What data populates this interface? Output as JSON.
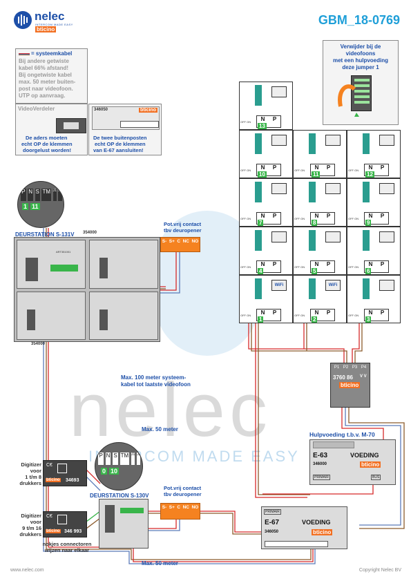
{
  "brand": {
    "logo_text": "nelec",
    "logo_sub": "INTERCOM MADE EASY",
    "partner": "bticino",
    "doc_code": "GBM_18-0769",
    "watermark_word": "nelec",
    "watermark_sub": "INTERCOM MADE EASY"
  },
  "notes": {
    "systeemkabel_legend": "= systeemkabel",
    "systeemkabel_text": [
      "Bij andere getwiste",
      "kabel 66% afstand!",
      "Bij ongetwiste kabel",
      "max. 50 meter buiten-",
      "post naar videofoon.",
      "UTP op aanvraag."
    ],
    "videoverdeler_title": "VideoVerdeler",
    "videoverdeler_text": [
      "De aders moeten",
      "echt OP de klemmen",
      "doorgelust worden!"
    ],
    "buitenposten_text": [
      "De twee buitenposten",
      "echt OP de klemmen",
      "van E-67 aansluiten!"
    ],
    "buitenposten_part": "346050",
    "jumper_text": [
      "Verwijder bij de",
      "videofoons",
      "met een hulpvoeding",
      "deze jumper 1"
    ]
  },
  "panel_s131v": {
    "title": "DEURSTATION S-131V",
    "part_top": "354000",
    "part_bottom": "354000",
    "terminal_labels": [
      "P",
      "N",
      "S",
      "TM",
      "J1",
      "J2"
    ],
    "terminal_values": [
      "1",
      "11"
    ],
    "module_code": "ART351001",
    "contact_title": [
      "Pot.vrij contact",
      "tbv deuropener"
    ],
    "contact_terms": [
      "S-",
      "S+",
      "C",
      "NC",
      "NO"
    ]
  },
  "videofoons": {
    "rows": [
      {
        "numbers": [
          "13"
        ]
      },
      {
        "numbers": [
          "10",
          "11",
          "12"
        ]
      },
      {
        "numbers": [
          "7",
          "8",
          "9"
        ]
      },
      {
        "numbers": [
          "4",
          "5",
          "6"
        ]
      },
      {
        "numbers": [
          "1",
          "2",
          "3"
        ]
      }
    ],
    "col_labels": [
      "N",
      "P"
    ],
    "switch_label": "OFF ON",
    "wifi_label": "WiFi"
  },
  "power_supply_small": {
    "terminals": [
      "P1",
      "P2",
      "P3",
      "P4"
    ],
    "part": "3760 86",
    "vv": "V V"
  },
  "cable_notes": {
    "max100": [
      "Max. 100 meter systeem-",
      "kabel tot laatste videofoon"
    ],
    "max50_top": "Max. 50 meter",
    "max50_bottom": "Max. 50 meter"
  },
  "hulpvoeding": {
    "title": "Hulpvoeding t.b.v. M-70",
    "model": "E-63",
    "label": "VOEDING",
    "part": "346000",
    "primair": "PRIMAIR",
    "bus": "BUS"
  },
  "voeding_e67": {
    "model": "E-67",
    "label": "VOEDING",
    "part": "346050",
    "primair": "PRIMAIR"
  },
  "panel_s130v": {
    "title": "DEURSTATION S-130V",
    "terminal_labels": [
      "P",
      "N",
      "S",
      "TM",
      "J1",
      "J2"
    ],
    "terminal_values": [
      "0",
      "10"
    ],
    "contact_title": [
      "Pot.vrij contact",
      "tbv deuropener"
    ],
    "contact_terms": [
      "S-",
      "S+",
      "C",
      "NC",
      "NO"
    ]
  },
  "digitizers": [
    {
      "label": [
        "Digitizer",
        "voor",
        "1 t/m 8",
        "drukkers"
      ],
      "part": "34693"
    },
    {
      "label": [
        "Digitizer",
        "voor",
        "9 t/m 16",
        "drukkers"
      ],
      "part": "346 993"
    }
  ],
  "connector_note": [
    "nokjes connectoren",
    "wijzen naar elkaar"
  ],
  "footer": {
    "url": "www.nelec.com",
    "copyright": "Copyright Nelec BV"
  },
  "colors": {
    "brand_blue": "#1d4fa8",
    "title_cyan": "#1f9fd8",
    "bticino_orange": "#f26f21",
    "terminal_green": "#39b54a",
    "cable_red": "#d62828",
    "cable_brown": "#8b5a2b",
    "cable_blue": "#5a7ab8",
    "panel_gray": "#d9d9d9",
    "contact_orange": "#f58220"
  }
}
